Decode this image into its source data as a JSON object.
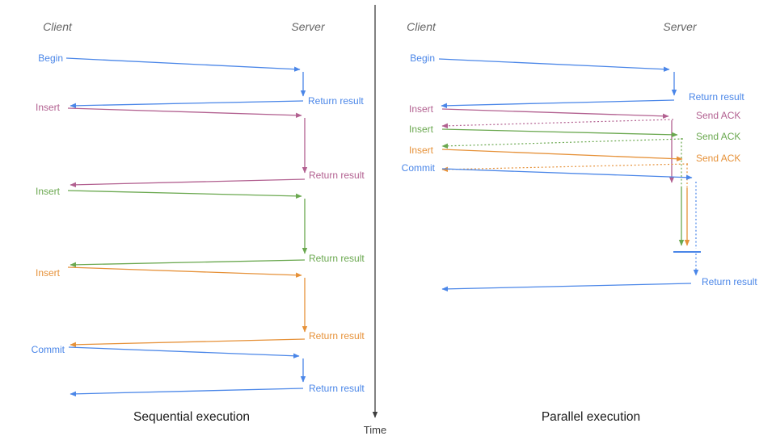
{
  "colors": {
    "blue": "#4a86e8",
    "pink": "#b26090",
    "green": "#6aa84f",
    "orange": "#e69138",
    "header": "#666666",
    "caption": "#1b1b1b",
    "axis": "#3d3d3d"
  },
  "time_axis": {
    "label": "Time"
  },
  "panels": [
    {
      "title": "Sequential execution",
      "client_header": "Client",
      "server_header": "Server",
      "operations": [
        {
          "name": "Begin",
          "color": "blue",
          "response": "Return result"
        },
        {
          "name": "Insert",
          "color": "pink",
          "response": "Return result"
        },
        {
          "name": "Insert",
          "color": "green",
          "response": "Return result"
        },
        {
          "name": "Insert",
          "color": "orange",
          "response": "Return result"
        },
        {
          "name": "Commit",
          "color": "blue",
          "response": "Return result"
        }
      ]
    },
    {
      "title": "Parallel execution",
      "client_header": "Client",
      "server_header": "Server",
      "operations": [
        {
          "name": "Begin",
          "color": "blue",
          "response": "Return result"
        },
        {
          "name": "Insert",
          "color": "pink",
          "response": "Send ACK"
        },
        {
          "name": "Insert",
          "color": "green",
          "response": "Send ACK"
        },
        {
          "name": "Insert",
          "color": "orange",
          "response": "Send ACK"
        },
        {
          "name": "Commit",
          "color": "blue",
          "response": "Return result"
        }
      ]
    }
  ]
}
